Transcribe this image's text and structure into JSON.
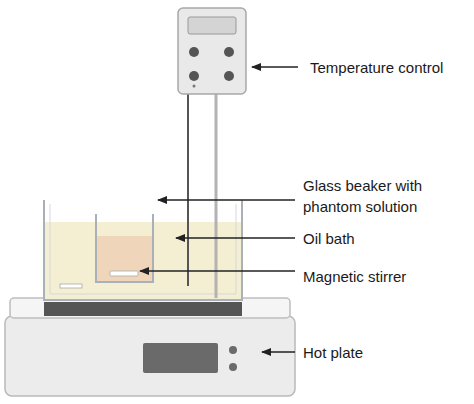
{
  "diagram": {
    "labels": [
      "Temperature control",
      "Glass beaker with phantom solution",
      "Oil bath",
      "Magnetic stirrer",
      "Hot plate"
    ]
  }
}
